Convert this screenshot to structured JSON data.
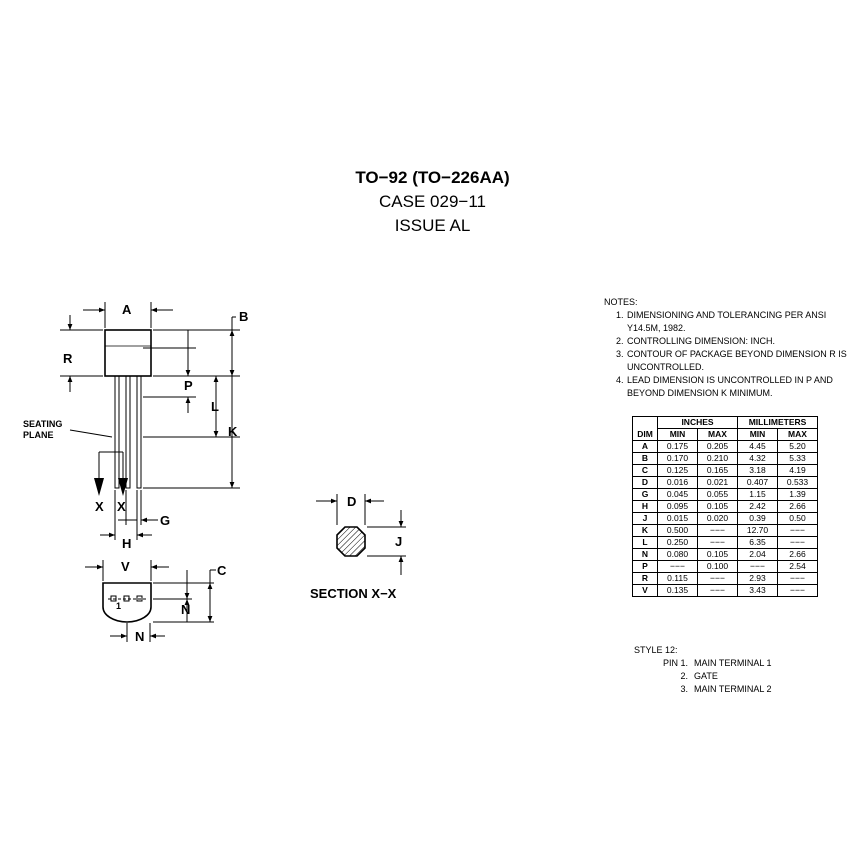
{
  "title": {
    "line1": "TO−92 (TO−226AA)",
    "line2": "CASE 029−11",
    "line3": "ISSUE AL"
  },
  "drawing": {
    "labels": {
      "A": "A",
      "B": "B",
      "R": "R",
      "P": "P",
      "L": "L",
      "K": "K",
      "X_left": "X",
      "X_right": "X",
      "G": "G",
      "H": "H",
      "V": "V",
      "C": "C",
      "N_side": "N",
      "N_bottom": "N",
      "pin1": "1",
      "D": "D",
      "J": "J",
      "seating1": "SEATING",
      "seating2": "PLANE",
      "section": "SECTION X−X"
    }
  },
  "notes": {
    "heading": "NOTES:",
    "items": [
      "DIMENSIONING AND TOLERANCING PER ANSI Y14.5M, 1982.",
      "CONTROLLING DIMENSION: INCH.",
      "CONTOUR OF PACKAGE BEYOND DIMENSION R IS UNCONTROLLED.",
      "LEAD DIMENSION IS UNCONTROLLED IN P AND BEYOND DIMENSION K MINIMUM."
    ]
  },
  "table": {
    "group_inches": "INCHES",
    "group_mm": "MILLIMETERS",
    "col_dim": "DIM",
    "col_min": "MIN",
    "col_max": "MAX",
    "rows": [
      {
        "dim": "A",
        "in_min": "0.175",
        "in_max": "0.205",
        "mm_min": "4.45",
        "mm_max": "5.20"
      },
      {
        "dim": "B",
        "in_min": "0.170",
        "in_max": "0.210",
        "mm_min": "4.32",
        "mm_max": "5.33"
      },
      {
        "dim": "C",
        "in_min": "0.125",
        "in_max": "0.165",
        "mm_min": "3.18",
        "mm_max": "4.19"
      },
      {
        "dim": "D",
        "in_min": "0.016",
        "in_max": "0.021",
        "mm_min": "0.407",
        "mm_max": "0.533"
      },
      {
        "dim": "G",
        "in_min": "0.045",
        "in_max": "0.055",
        "mm_min": "1.15",
        "mm_max": "1.39"
      },
      {
        "dim": "H",
        "in_min": "0.095",
        "in_max": "0.105",
        "mm_min": "2.42",
        "mm_max": "2.66"
      },
      {
        "dim": "J",
        "in_min": "0.015",
        "in_max": "0.020",
        "mm_min": "0.39",
        "mm_max": "0.50"
      },
      {
        "dim": "K",
        "in_min": "0.500",
        "in_max": "−−−",
        "mm_min": "12.70",
        "mm_max": "−−−"
      },
      {
        "dim": "L",
        "in_min": "0.250",
        "in_max": "−−−",
        "mm_min": "6.35",
        "mm_max": "−−−"
      },
      {
        "dim": "N",
        "in_min": "0.080",
        "in_max": "0.105",
        "mm_min": "2.04",
        "mm_max": "2.66"
      },
      {
        "dim": "P",
        "in_min": "−−−",
        "in_max": "0.100",
        "mm_min": "−−−",
        "mm_max": "2.54"
      },
      {
        "dim": "R",
        "in_min": "0.115",
        "in_max": "−−−",
        "mm_min": "2.93",
        "mm_max": "−−−"
      },
      {
        "dim": "V",
        "in_min": "0.135",
        "in_max": "−−−",
        "mm_min": "3.43",
        "mm_max": "−−−"
      }
    ]
  },
  "style": {
    "heading": "STYLE 12:",
    "pins": [
      {
        "num": "PIN 1.",
        "name": "MAIN TERMINAL 1"
      },
      {
        "num": "2.",
        "name": "GATE"
      },
      {
        "num": "3.",
        "name": "MAIN TERMINAL 2"
      }
    ]
  }
}
